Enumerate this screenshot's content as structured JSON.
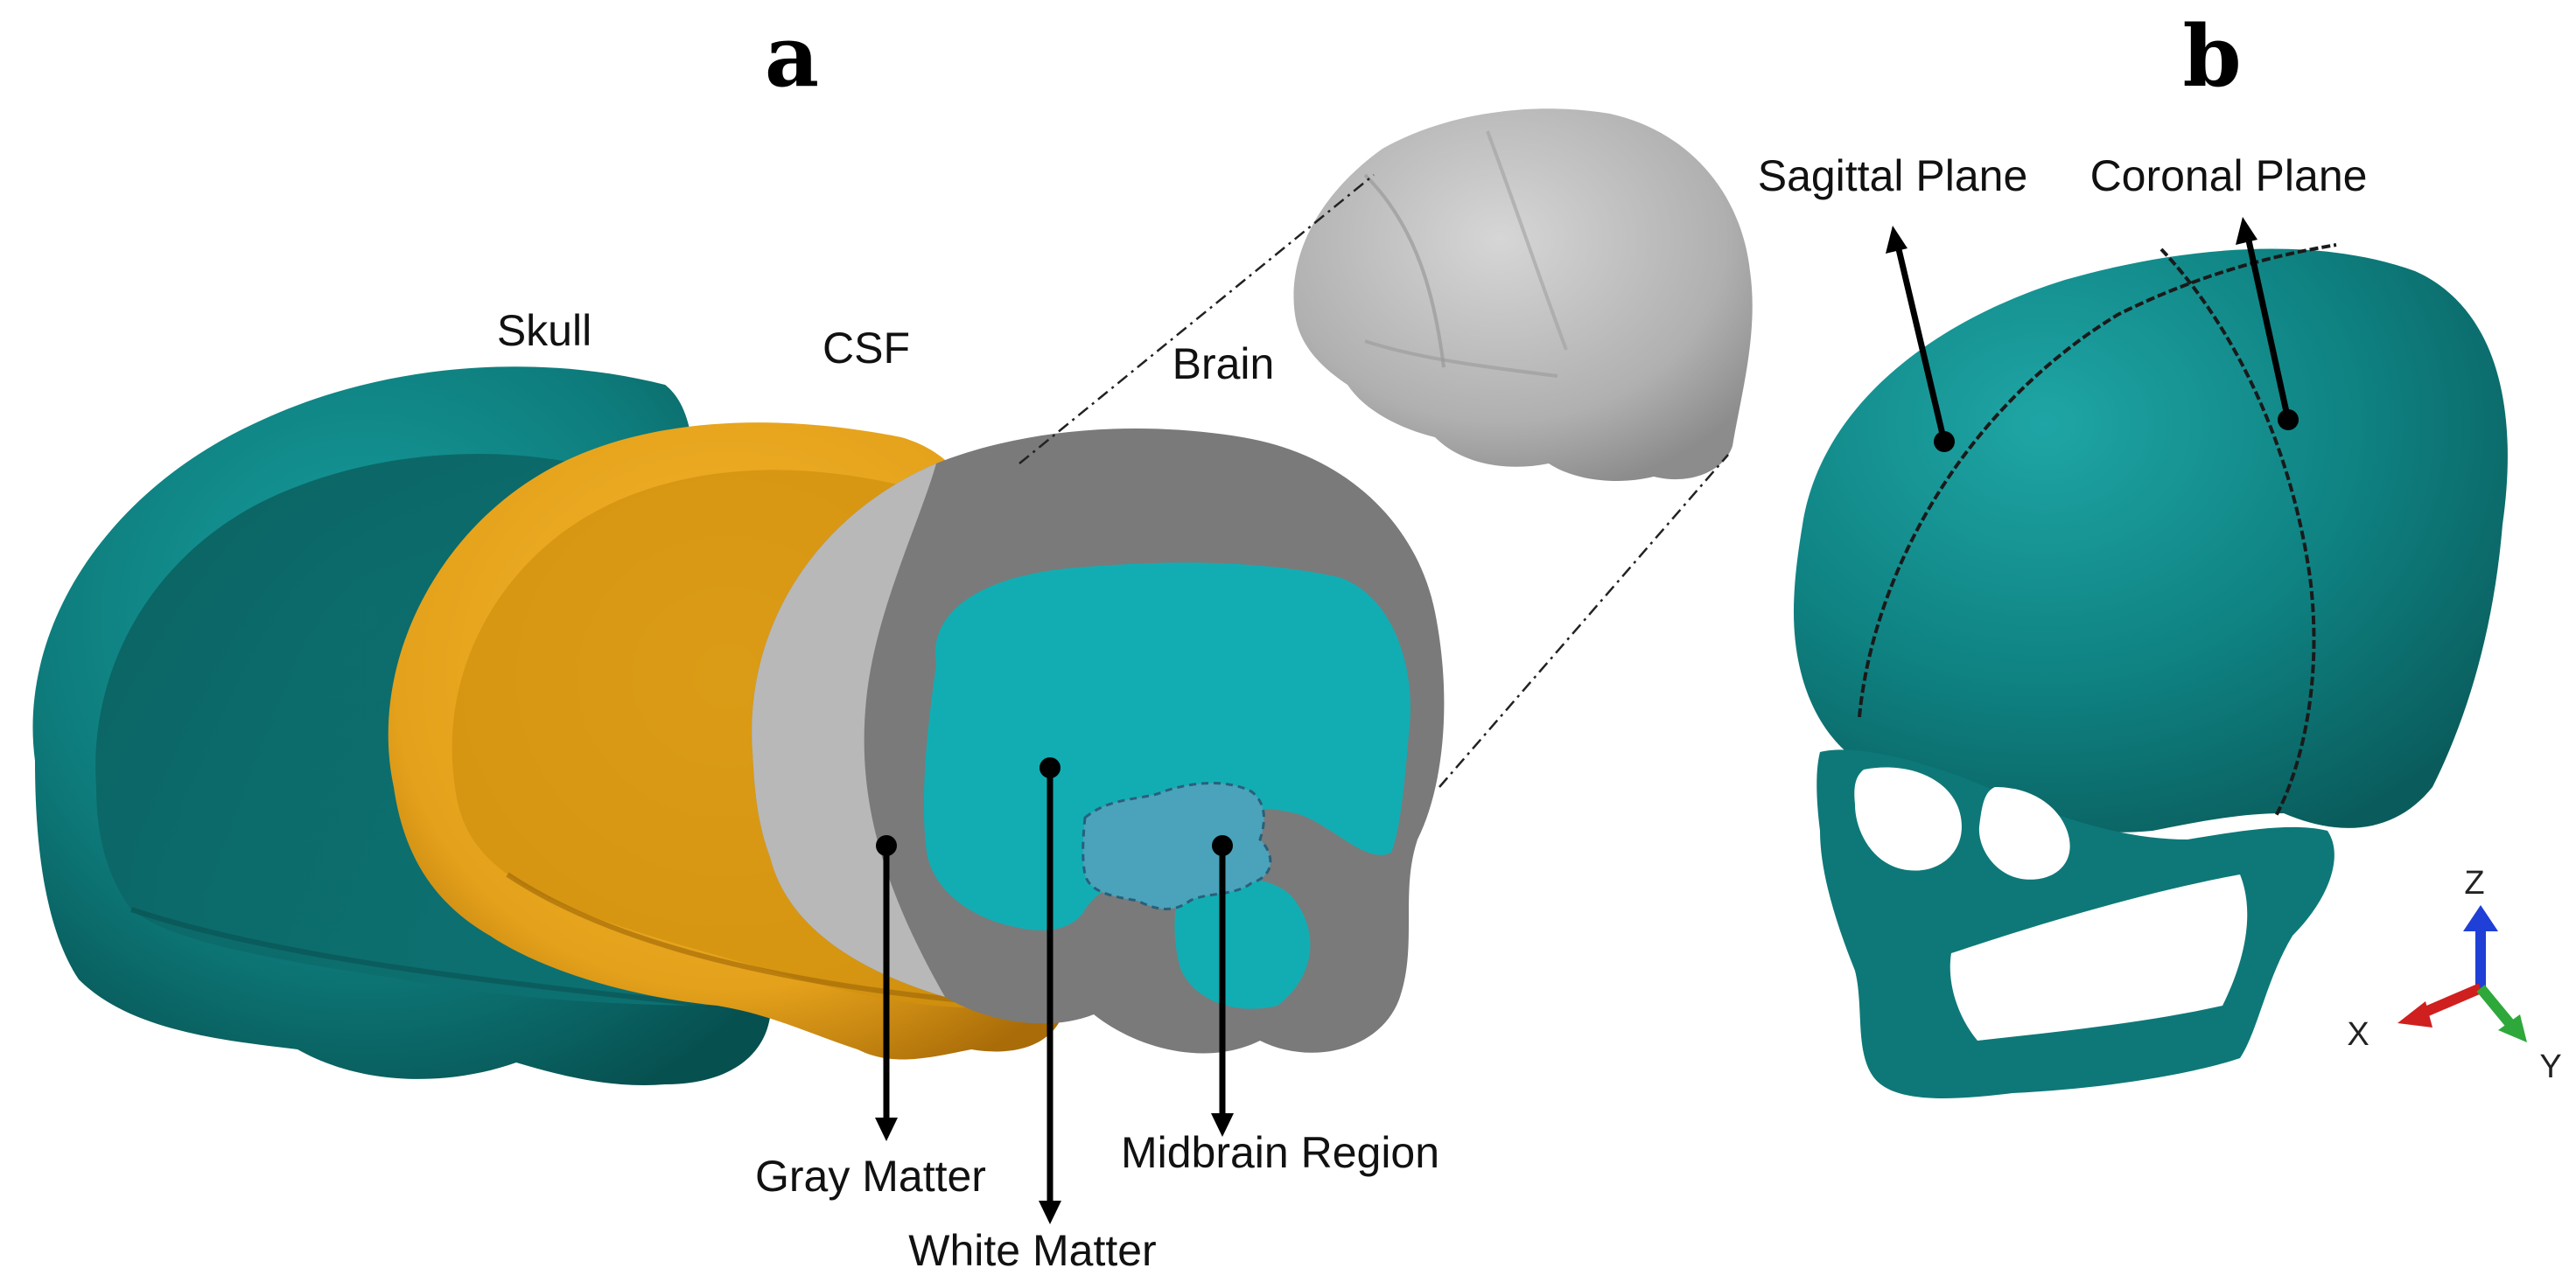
{
  "panels": {
    "a": {
      "letter": "a",
      "labels": {
        "skull": "Skull",
        "csf": "CSF",
        "brain": "Brain",
        "gray_matter": "Gray Matter",
        "white_matter": "White Matter",
        "midbrain_region": "Midbrain Region"
      }
    },
    "b": {
      "letter": "b",
      "labels": {
        "sagittal_plane": "Sagittal Plane",
        "coronal_plane": "Coronal Plane"
      },
      "axes": {
        "z": "Z",
        "x": "X",
        "y": "Y"
      }
    }
  },
  "colors": {
    "skull_teal": "#0e7b7b",
    "skull_teal_dark": "#0a5e5e",
    "csf_orange": "#e4a11b",
    "csf_orange_dark": "#b97a0d",
    "brain_gray": "#7a7a7a",
    "brain_light_gray": "#b5b5b5",
    "white_matter_cyan": "#12adb3",
    "midbrain_blue": "#4aa3bb",
    "axis_z_blue": "#1f3fd6",
    "axis_x_red": "#cf1f1f",
    "axis_y_green": "#2ea83a"
  }
}
